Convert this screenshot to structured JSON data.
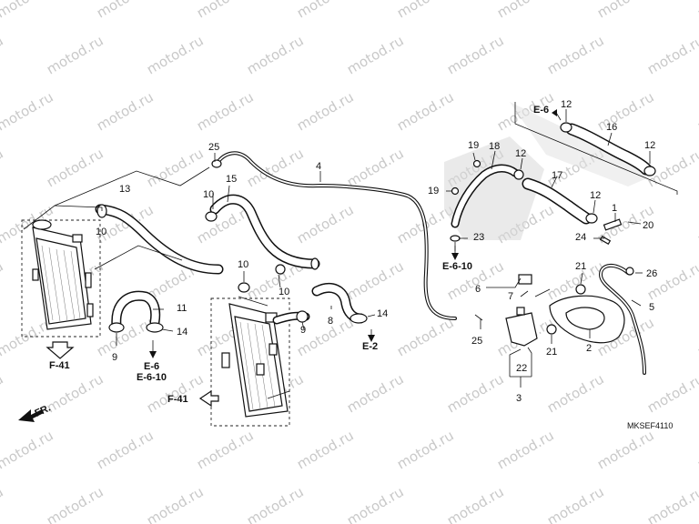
{
  "watermark": "motod.ru",
  "diagram_code": "MKSEF4110",
  "front_label": "FR.",
  "callouts": {
    "n1": "1",
    "n2": "2",
    "n3": "3",
    "n4": "4",
    "n5": "5",
    "n6": "6",
    "n7": "7",
    "n8": "8",
    "n9a": "9",
    "n9b": "9",
    "n10a": "10",
    "n10b": "10",
    "n10c": "10",
    "n10d": "10",
    "n11": "11",
    "n12a": "12",
    "n12b": "12",
    "n12c": "12",
    "n12d": "12",
    "n13": "13",
    "n14a": "14",
    "n14b": "14",
    "n15": "15",
    "n16": "16",
    "n17": "17",
    "n18": "18",
    "n19a": "19",
    "n19b": "19",
    "n20": "20",
    "n21a": "21",
    "n21b": "21",
    "n22": "22",
    "n23": "23",
    "n24": "24",
    "n25a": "25",
    "n25b": "25",
    "n26": "26"
  },
  "refs": {
    "f41_left": "F-41",
    "f41_right": "F-41",
    "e6_left": "E-6",
    "e610_left": "E-6-10",
    "e2": "E-2",
    "e610_mid": "E-6-10",
    "e6_top": "E-6"
  }
}
